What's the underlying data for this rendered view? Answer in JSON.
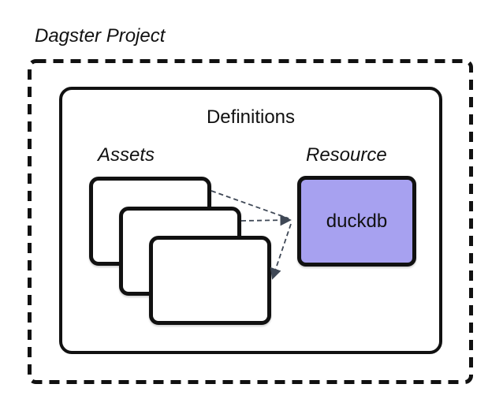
{
  "diagram": {
    "title": "Dagster Project",
    "definitions": {
      "label": "Definitions"
    },
    "assets": {
      "label": "Assets",
      "card_count": 3
    },
    "resource": {
      "label": "Resource",
      "name": "duckdb"
    },
    "connections": {
      "description": "dashed arrows from the three asset cards converging on the duckdb resource",
      "count": 3
    },
    "colors": {
      "background": "#ffffff",
      "box_border": "#111111",
      "resource_fill": "#a7a1f0",
      "connector": "#3f4856",
      "text": "#111111"
    }
  }
}
